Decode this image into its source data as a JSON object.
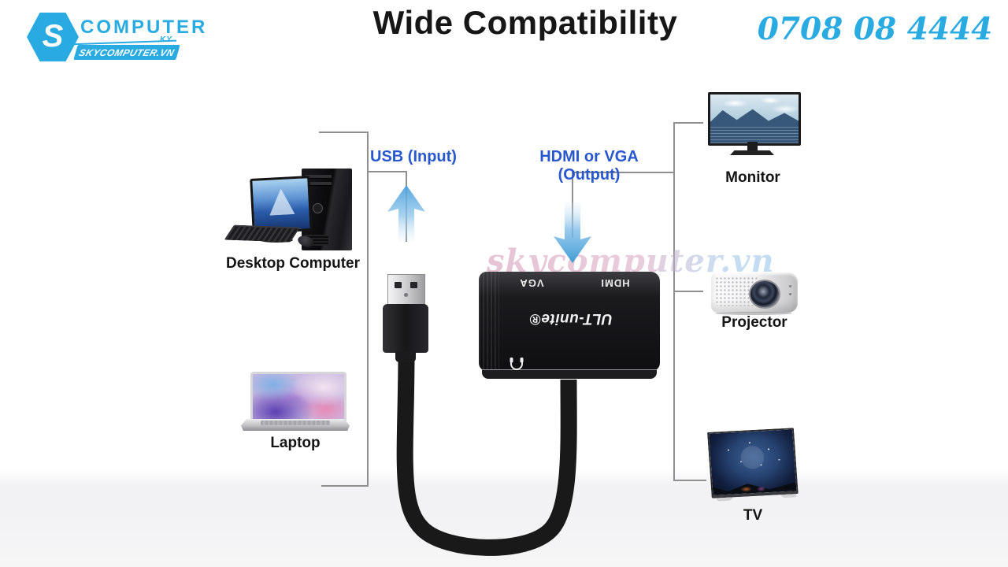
{
  "logo": {
    "letter": "S",
    "brand": "COMPUTER",
    "sub": "KY",
    "site": "SKYCOMPUTER.VN"
  },
  "header": {
    "title": "Wide Compatibility",
    "phone": "0708 08 4444"
  },
  "connections": {
    "input_label": "USB (Input)",
    "output_label": "HDMI or VGA (Output)"
  },
  "devices": {
    "sources": [
      {
        "name": "Desktop Computer"
      },
      {
        "name": "Laptop"
      }
    ],
    "sinks": [
      {
        "name": "Monitor"
      },
      {
        "name": "Projector"
      },
      {
        "name": "TV"
      }
    ]
  },
  "adapter": {
    "brand": "ULT-unite®",
    "ports": {
      "vga": "VGA",
      "hdmi": "HDMI"
    },
    "headphone_icon": "headphone"
  },
  "watermark": "skycomputer.vn",
  "colors": {
    "brand_blue": "#29ABE2",
    "label_blue": "#2857CE",
    "line_gray": "#8f8f8f",
    "arrow_blue": "#3d9bd4"
  }
}
